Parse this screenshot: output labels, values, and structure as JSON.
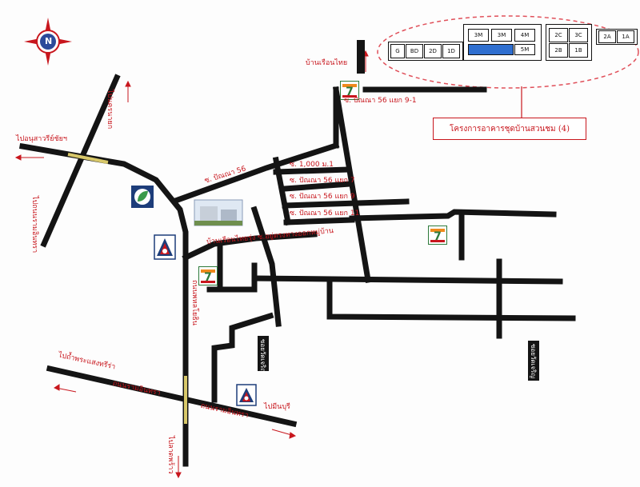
{
  "map": {
    "title_box": "โครงการอาคารชุดบ้านสวนชม (4)",
    "compass_letter": "N",
    "project_photo_icon": "building-photo-icon",
    "labels": {
      "top_left_road": "ไปนครนายก",
      "left_road": "ไปอนุสาวรีย์ชัยฯ",
      "left_lower_road": "ไปถนนรามอินทรา",
      "bottom_left_road": "ไปถ้ำพระแสงทรีร่า",
      "main_road_vertical": "ถนนพหลโยธิน",
      "cross_road": "ถนนรามอินทรา",
      "bottom_right_road": "ไปมีนบุรี",
      "bottom_road": "ไปลาดพร้าว",
      "top_village": "บ้านเรือนไทย",
      "soi_top": "ซ. ปัณณา 56 แยก 9-1",
      "soi_56": "ซ. ปัณณา 56",
      "soi_a": "ซ. 1,000 ม.1",
      "soi_b": "ซ. ปัณณา 56 แยก 7",
      "soi_c": "ซ. ปัณณา 56 แยก 9",
      "soi_d": "ซ. ปัณณา 56 แยก 11",
      "market": "บ้านเรือนไทยรุ่ง ซ.อยู่ตรงทางออกหมู่บ้าน",
      "vertical_lane_1": "ซอยวัดเจริญ",
      "vertical_lane_2": "ซอยวัดเจริญ"
    },
    "legend": {
      "left_cells": [
        "G",
        "BD",
        "2D",
        "1D"
      ],
      "mid_cells": [
        "3M",
        "3M",
        "4M"
      ],
      "mid_bar_label": "5M",
      "right_cells": [
        "2C",
        "3C",
        "2B",
        "1B"
      ],
      "far_cells": [
        "2A",
        "1A"
      ]
    },
    "icons": {
      "seven_eleven": "7",
      "gas_station": "gas-station-icon",
      "bangchak": "bangchak-icon"
    }
  }
}
